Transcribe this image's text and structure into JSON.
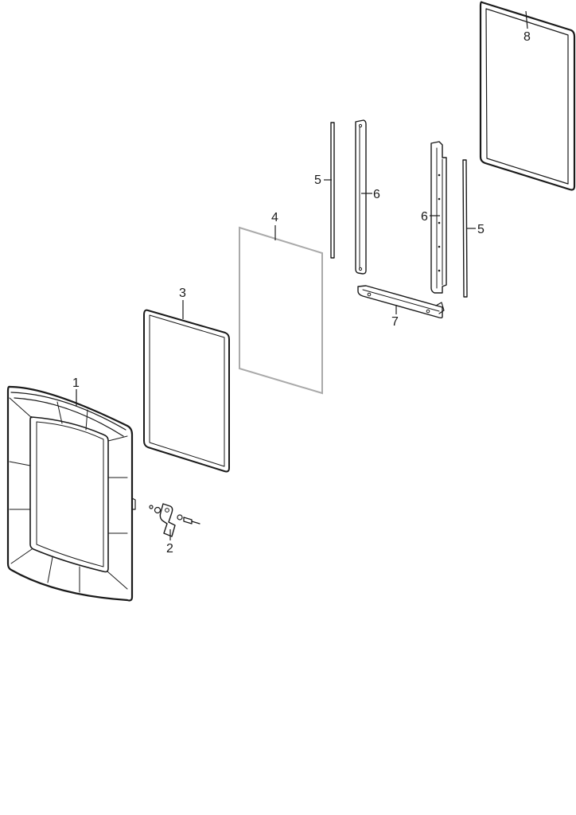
{
  "callouts": {
    "door_frame": "1",
    "hinge_assembly": "2",
    "glass_gasket": "3",
    "inner_glass": "4",
    "side_seal_left": "5",
    "side_bracket_left": "6",
    "side_bracket_right": "6",
    "side_seal_right": "5",
    "bottom_bracket": "7",
    "door_liner_frame": "8"
  },
  "colors": {
    "line": "#1a1a1a",
    "glass": "#aaaaaa",
    "background": "#ffffff"
  }
}
